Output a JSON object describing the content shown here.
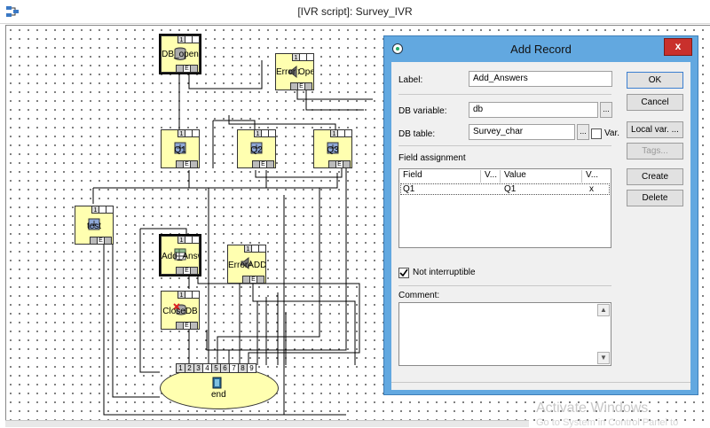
{
  "window": {
    "title": "[IVR script]: Survey_IVR",
    "app_icon": "flowchart-icon"
  },
  "nodes": {
    "db_open": {
      "label": "DB_open",
      "icon": "database-icon"
    },
    "error_open": {
      "label": "Error Open",
      "icon": "speaker-icon"
    },
    "q1": {
      "label": "Q1",
      "icon": "voice-menu-icon"
    },
    "q2": {
      "label": "Q2",
      "icon": "voice-menu-icon"
    },
    "q3": {
      "label": "Q3",
      "icon": "voice-menu-icon"
    },
    "test": {
      "label": "test",
      "icon": "voice-menu-icon"
    },
    "add_answers": {
      "label": "Add_Answers",
      "icon": "table-icon"
    },
    "error_add": {
      "label": "ErrorADD",
      "icon": "speaker-icon"
    },
    "close_db": {
      "label": "CloseDB",
      "icon": "close-db-icon"
    },
    "end": {
      "label": "end",
      "icon": "exit-icon",
      "ports": [
        "1",
        "2",
        "3",
        "4",
        "5",
        "6",
        "7",
        "8",
        "9"
      ]
    },
    "port_in": "1",
    "port_out": "E"
  },
  "dialog": {
    "title": "Add Record",
    "close_label": "x",
    "label_caption": "Label:",
    "label_value": "Add_Answers",
    "db_variable_caption": "DB variable:",
    "db_variable_value": "db",
    "db_table_caption": "DB table:",
    "db_table_value": "Survey_char",
    "browse_label": "...",
    "var_checkbox_label": "Var.",
    "field_assignment_caption": "Field assignment",
    "grid_columns": [
      "Field",
      "V...",
      "Value",
      "V..."
    ],
    "grid_rows": [
      {
        "field": "Q1",
        "v1": "",
        "value": "Q1",
        "v2": "x"
      }
    ],
    "not_interruptible_label": "Not interruptible",
    "not_interruptible_checked": true,
    "comment_caption": "Comment:",
    "comment_value": "",
    "buttons": {
      "ok": "OK",
      "cancel": "Cancel",
      "local_var": "Local var. ...",
      "tags": "Tags...",
      "create": "Create",
      "delete": "Delete"
    }
  },
  "watermark": {
    "line1": "Activate Windows",
    "line2": "Go to System in Control Panel to"
  }
}
